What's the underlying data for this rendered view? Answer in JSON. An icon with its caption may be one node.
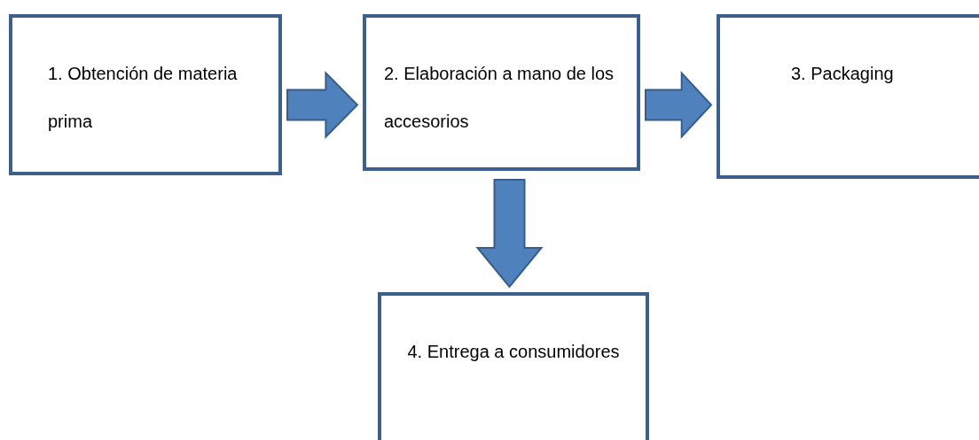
{
  "diagram": {
    "nodes": [
      {
        "text": [
          "1. Obtención de materia prima"
        ]
      },
      {
        "text": [
          "2. Elaboración a mano de los accesorios"
        ]
      },
      {
        "text": [
          "3. Packaging"
        ]
      },
      {
        "text": [
          "4. Entrega a consumidores"
        ]
      }
    ],
    "edges": [
      {
        "from": 0,
        "to": 1,
        "arrow": "to",
        "style": "thick"
      },
      {
        "from": 1,
        "to": 2,
        "arrow": "to",
        "style": "thick"
      },
      {
        "from": 1,
        "to": 3,
        "arrow": "to",
        "style": "thick"
      }
    ]
  }
}
